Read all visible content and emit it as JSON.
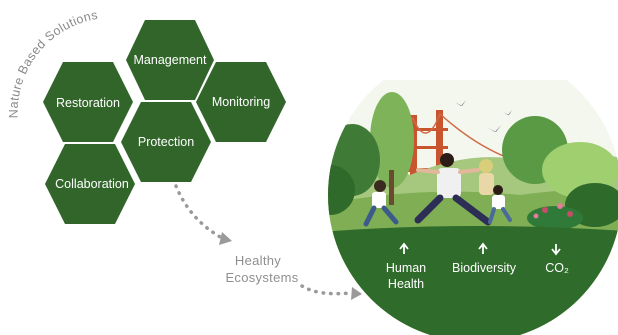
{
  "diagram": {
    "title": "Nature Based Solutions"
  },
  "hexagons": [
    {
      "label": "Management"
    },
    {
      "label": "Restoration"
    },
    {
      "label": "Monitoring"
    },
    {
      "label": "Protection"
    },
    {
      "label": "Collaboration"
    }
  ],
  "outcome_title": {
    "line1": "Healthy",
    "line2": "Ecosystems"
  },
  "outcomes": [
    {
      "line1": "Human",
      "line2": "Health",
      "direction": "up"
    },
    {
      "line1": "Biodiversity",
      "direction": "up"
    },
    {
      "line1": "CO₂",
      "direction": "down"
    }
  ],
  "colors": {
    "hexagon_fill": "#31652a",
    "label_gray": "#8a8a8a",
    "ground": "#2f6b2a"
  }
}
